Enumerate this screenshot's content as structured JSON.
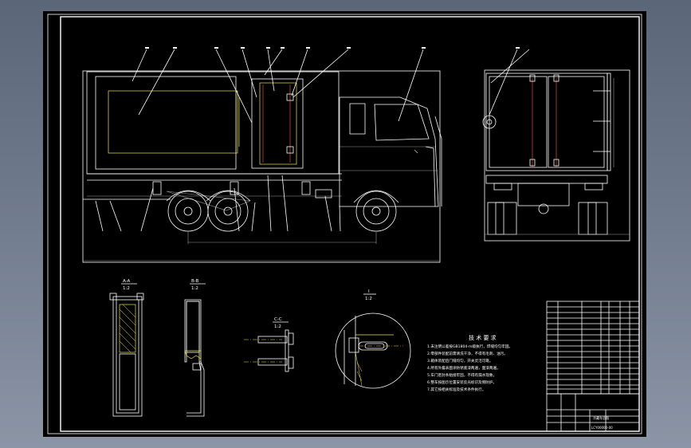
{
  "drawing": {
    "section_labels": [
      {
        "id": "A-A",
        "scale": "1:2"
      },
      {
        "id": "B-B",
        "scale": "1:2"
      },
      {
        "id": "C-C",
        "scale": "1:2"
      },
      {
        "id": "I",
        "scale": "1:2"
      }
    ],
    "technical_requirements_title": "技 术 要 求",
    "technical_requirements": [
      "1.未注明公差按GB1804-m级执行，焊缝均匀牢固。",
      "2.零部件装配前需清洗干净，不得有毛刺、油污。",
      "3.箱体装配后门缝均匀，开关灵活可靠。",
      "4.所有外露表面涂防锈底漆两遍，面漆两遍。",
      "5.车门密封条粘接牢固，不得有漏水现象。",
      "6.整车按图示位置安装反光标识及侧防护。",
      "7.其它按相关标准及技术条件执行。"
    ],
    "title_block": {
      "drawing_name": "冷藏车总图",
      "drawing_number": "LCY00000-00"
    }
  }
}
